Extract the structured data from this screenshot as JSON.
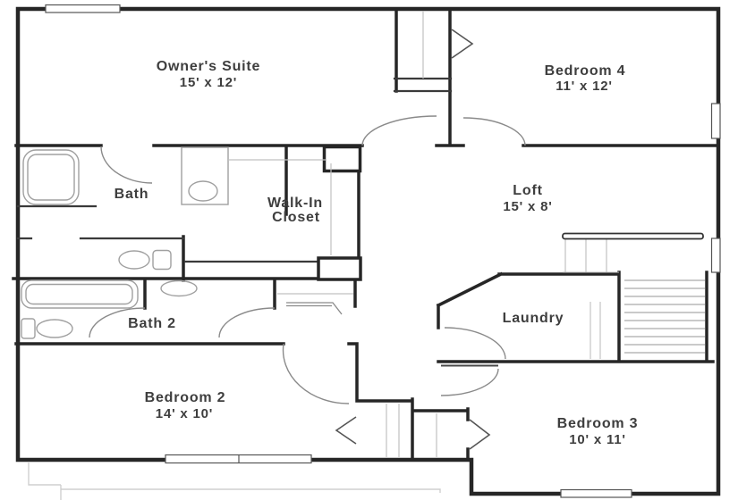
{
  "floorplan": {
    "type": "residential-second-floor-plan",
    "colors": {
      "wall": "#262626",
      "label": "#3e3e3e",
      "door": "#8a8a8a",
      "fixture": "#a0a0a0",
      "light_line": "#c8c8c8",
      "background": "#ffffff"
    },
    "rooms": {
      "owners_suite": {
        "line1": "Owner's Suite",
        "line2": "15' x 12'"
      },
      "bedroom4": {
        "line1": "Bedroom 4",
        "line2": "11' x 12'"
      },
      "bath": {
        "line1": "Bath"
      },
      "walk_in_closet": {
        "line1": "Walk-In",
        "line2": "Closet"
      },
      "loft": {
        "line1": "Loft",
        "line2": "15' x 8'"
      },
      "bath2": {
        "line1": "Bath 2"
      },
      "laundry": {
        "line1": "Laundry"
      },
      "bedroom2": {
        "line1": "Bedroom 2",
        "line2": "14' x 10'"
      },
      "bedroom3": {
        "line1": "Bedroom 3",
        "line2": "10' x 11'"
      }
    }
  }
}
